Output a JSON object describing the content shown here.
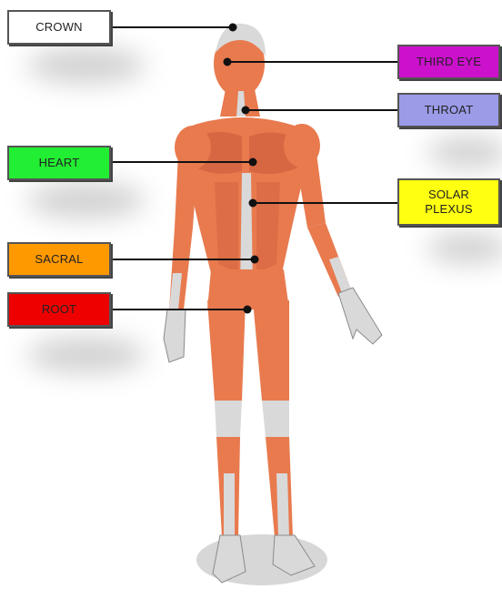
{
  "labels": {
    "crown": "CROWN",
    "third_eye": "THIRD EYE",
    "throat": "THROAT",
    "heart": "HEART",
    "solar_plexus_line1": "SOLAR",
    "solar_plexus_line2": "PLEXUS",
    "sacral": "SACRAL",
    "root": "ROOT"
  },
  "colors": {
    "crown": "#ffffff",
    "third_eye": "#cc11cc",
    "throat": "#9b9be8",
    "heart": "#22ee33",
    "solar_plexus": "#ffff11",
    "sacral": "#ff9900",
    "root": "#ee0000",
    "muscle": "#e87a4e",
    "muscle_dark": "#c8573a",
    "tendon": "#d9d9d9"
  },
  "figure": {
    "subject": "anatomical-muscle-figure"
  }
}
